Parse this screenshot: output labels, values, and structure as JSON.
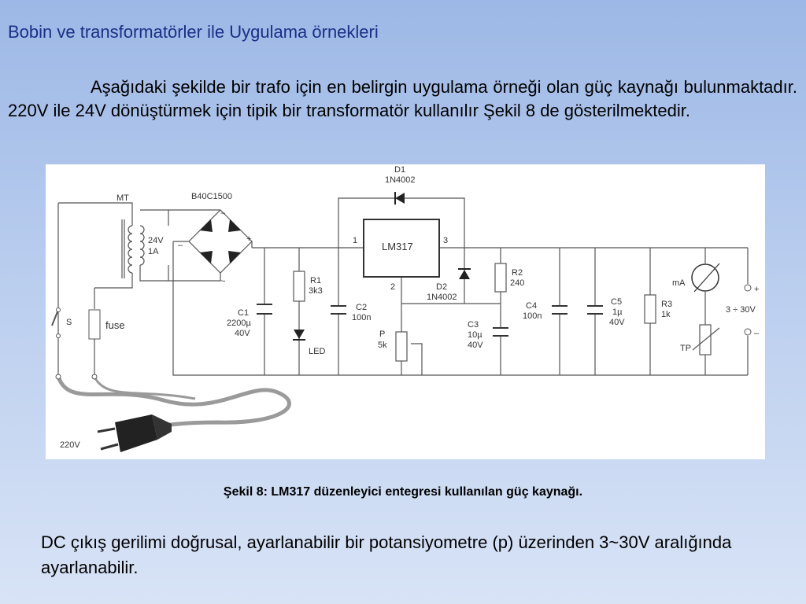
{
  "slide": {
    "title": "Bobin ve transformatörler ile Uygulama örnekleri",
    "intro": "Aşağıdaki şekilde bir trafo için en belirgin uygulama örneği olan güç kaynağı bulunmaktadır. 220V ile 24V dönüştürmek için tipik bir transformatör kullanılır Şekil 8 de gösterilmektedir.",
    "caption": "Şekil 8: LM317 düzenleyici entegresi kullanılan güç kaynağı.",
    "description": "DC çıkış gerilimi doğrusal, ayarlanabilir bir potansiyometre (p) üzerinden 3~30V aralığında ayarlanabilir."
  },
  "circuit": {
    "transformer": "MT",
    "secondary_voltage": "24V",
    "secondary_current": "1A",
    "bridge": "B40C1500",
    "plus": "+",
    "minus": "–",
    "ac_mark": "~",
    "switch": "S",
    "fuse": "fuse",
    "mains": "220V",
    "d1_name": "D1",
    "d1_part": "1N4002",
    "regulator": "LM317",
    "pin1": "1",
    "pin2": "2",
    "pin3": "3",
    "d2_name": "D2",
    "d2_part": "1N4002",
    "c1_name": "C1",
    "c1_value": "2200µ",
    "c1_voltage": "40V",
    "r1_name": "R1",
    "r1_value": "3k3",
    "led": "LED",
    "c2_name": "C2",
    "c2_value": "100n",
    "p_name": "P",
    "p_value": "5k",
    "r2_name": "R2",
    "r2_value": "240",
    "c3_name": "C3",
    "c3_value": "10µ",
    "c3_voltage": "40V",
    "c4_name": "C4",
    "c4_value": "100n",
    "c5_name": "C5",
    "c5_value": "1µ",
    "c5_voltage": "40V",
    "r3_name": "R3",
    "r3_value": "1k",
    "meter": "mA",
    "tp": "TP",
    "out_plus": "+",
    "out_minus": "–",
    "out_range": "3 ÷ 30V"
  }
}
